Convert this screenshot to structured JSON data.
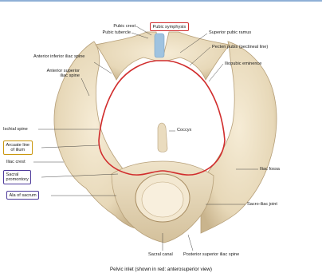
{
  "labels": {
    "pubic_crest": "Pubic crest",
    "pubic_tubercle": "Pubic tubercle",
    "pubic_symphysis": "Pubic symphysis",
    "superior_pubic_ramus": "Superior pubic ramus",
    "pecten_pubis": "Pecten pubis (pectineal line)",
    "iliopubic_eminence": "Iliopubic eminence",
    "anterior_inferior_iliac_spine": "Anterior inferior iliac spine",
    "anterior_superior_iliac_spine": "Anterior superior\niliac spine",
    "coccyx": "Coccyx",
    "ischial_spine": "Ischial spine",
    "arcuate_line": "Arcuate line\nof ilium",
    "iliac_crest": "Iliac crest",
    "sacral_promontory": "Sacral\npromontory",
    "ala_of_sacrum": "Ala of sacrum",
    "iliac_fossa": "Iliac fossa",
    "sacro_iliac_joint": "Sacro-iliac joint",
    "sacral_canal": "Sacral canal",
    "posterior_superior_iliac_spine": "Posterior superior iliac spine"
  },
  "caption": "Pelvic inlet (shown in red: anterosuperior view)",
  "colors": {
    "bone": "#ecdfc4",
    "bone_shadow": "#c8b48f",
    "inlet_outline": "#d12d2d",
    "box_red": "#d12d2d",
    "box_gold": "#c9960e",
    "box_purple": "#4d3a9a",
    "symphysis": "#9fc3e0"
  }
}
